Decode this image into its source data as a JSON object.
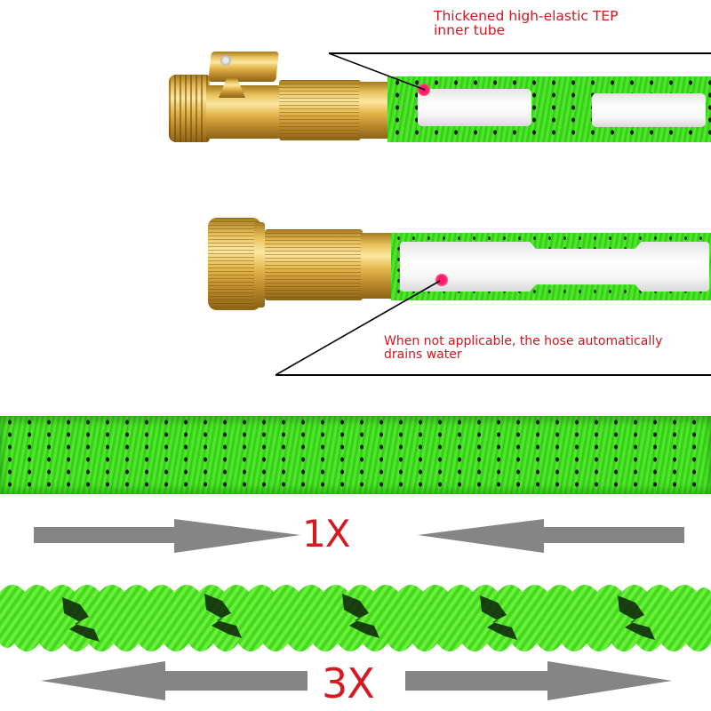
{
  "callouts": {
    "top": {
      "line1": "Thickened high-elastic TEP",
      "line2": "inner tube"
    },
    "bottom": {
      "line1": "When not applicable, the hose automatically",
      "line2": "drains water"
    }
  },
  "scale": {
    "compressed_label": "1X",
    "expanded_label": "3X"
  },
  "colors": {
    "callout_text": "#d2161e",
    "scale_text": "#d51a22",
    "arrow": "#858585",
    "hose_green": "#3fdc1f",
    "hose_pattern": "#0b1a0b",
    "brass": "#e3b64c",
    "marker": "#ff1a6e"
  },
  "icons": {
    "arrow_right": "arrow-right-icon",
    "arrow_left": "arrow-left-icon"
  }
}
